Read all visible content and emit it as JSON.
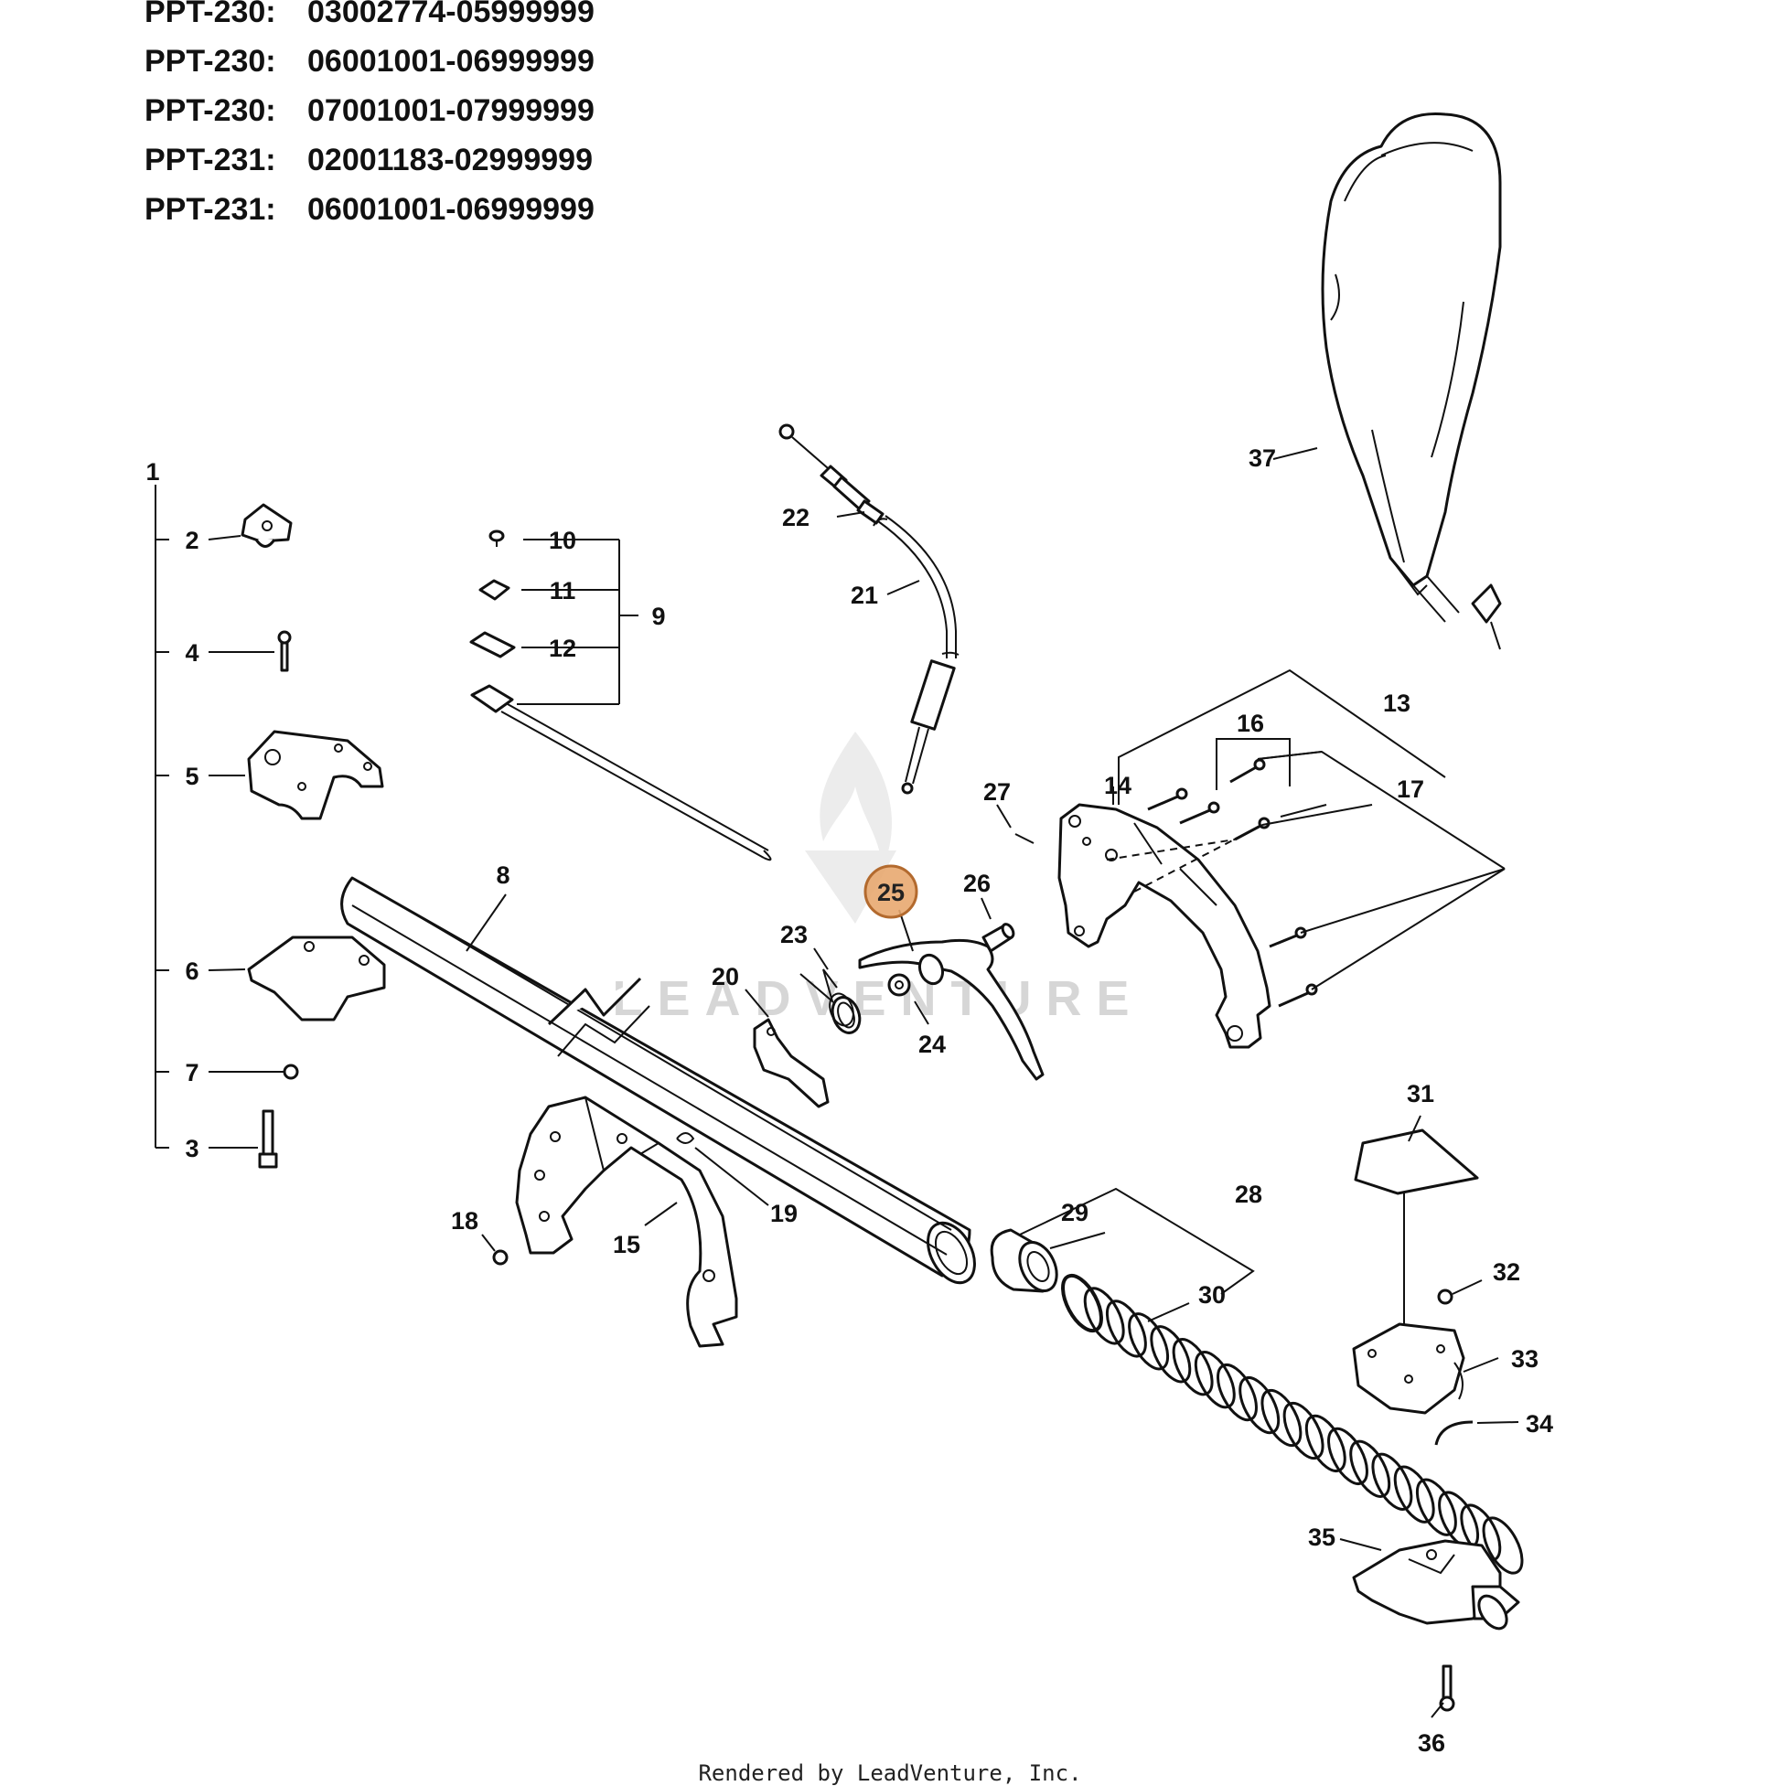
{
  "serial_ranges": [
    {
      "model": "PPT-230:",
      "range": "03002774-05999999"
    },
    {
      "model": "PPT-230:",
      "range": "06001001-06999999"
    },
    {
      "model": "PPT-230:",
      "range": "07001001-07999999"
    },
    {
      "model": "PPT-231:",
      "range": "02001183-02999999"
    },
    {
      "model": "PPT-231:",
      "range": "06001001-06999999"
    }
  ],
  "callouts": {
    "c1": "1",
    "c2": "2",
    "c3": "3",
    "c4": "4",
    "c5": "5",
    "c6": "6",
    "c7": "7",
    "c8": "8",
    "c9": "9",
    "c10": "10",
    "c11": "11",
    "c12": "12",
    "c13": "13",
    "c14": "14",
    "c15": "15",
    "c16": "16",
    "c17": "17",
    "c18": "18",
    "c19": "19",
    "c20": "20",
    "c21": "21",
    "c22": "22",
    "c23": "23",
    "c24": "24",
    "c25": "25",
    "c26": "26",
    "c27": "27",
    "c28": "28",
    "c29": "29",
    "c30": "30",
    "c31": "31",
    "c32": "32",
    "c33": "33",
    "c34": "34",
    "c35": "35",
    "c36": "36",
    "c37": "37"
  },
  "highlighted_part": "25",
  "highlight_color": "#e8a870",
  "watermark_text": "LEADVENTURE",
  "footer_text": "Rendered by LeadVenture, Inc."
}
